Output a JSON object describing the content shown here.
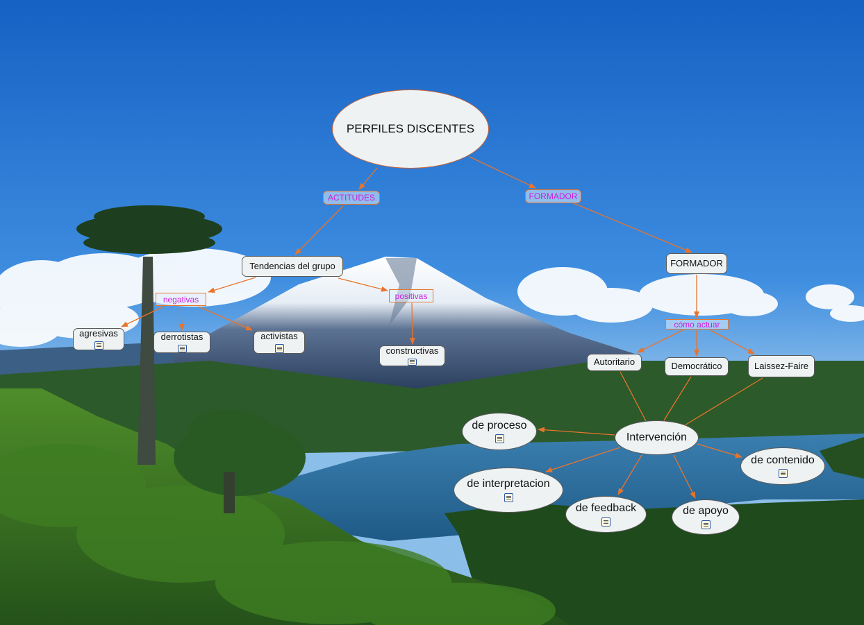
{
  "root": "PERFILES DISCENTES",
  "labels": {
    "actitudes": "ACTITUDES",
    "formador": "FORMADOR",
    "negativas": "negativas",
    "positivas": "positivas",
    "como_actuar": "cómo actuar"
  },
  "nodes": {
    "tendencias": "Tendencias del grupo",
    "formador": "FORMADOR",
    "agresivas": "agresivas",
    "derrotistas": "derrotistas",
    "activistas": "activistas",
    "constructivas": "constructivas",
    "autoritario": "Autoritario",
    "democratico": "Democrático",
    "laissez": "Laissez-Faire",
    "intervencion": "Intervención",
    "proceso": "de proceso",
    "interpretacion": "de interpretacion",
    "feedback": "de feedback",
    "apoyo": "de apoyo",
    "contenido": "de contenido"
  },
  "colors": {
    "arrow": "#e8742c",
    "label_text": "#cc1fe0",
    "node_fill": "#eef2f3",
    "sky_top": "#1a6fcf",
    "sky_bottom": "#7fb8ec",
    "forest": "#2f6a1f",
    "lake": "#2e6e9e"
  },
  "icons": {
    "attachment": "document-icon"
  }
}
